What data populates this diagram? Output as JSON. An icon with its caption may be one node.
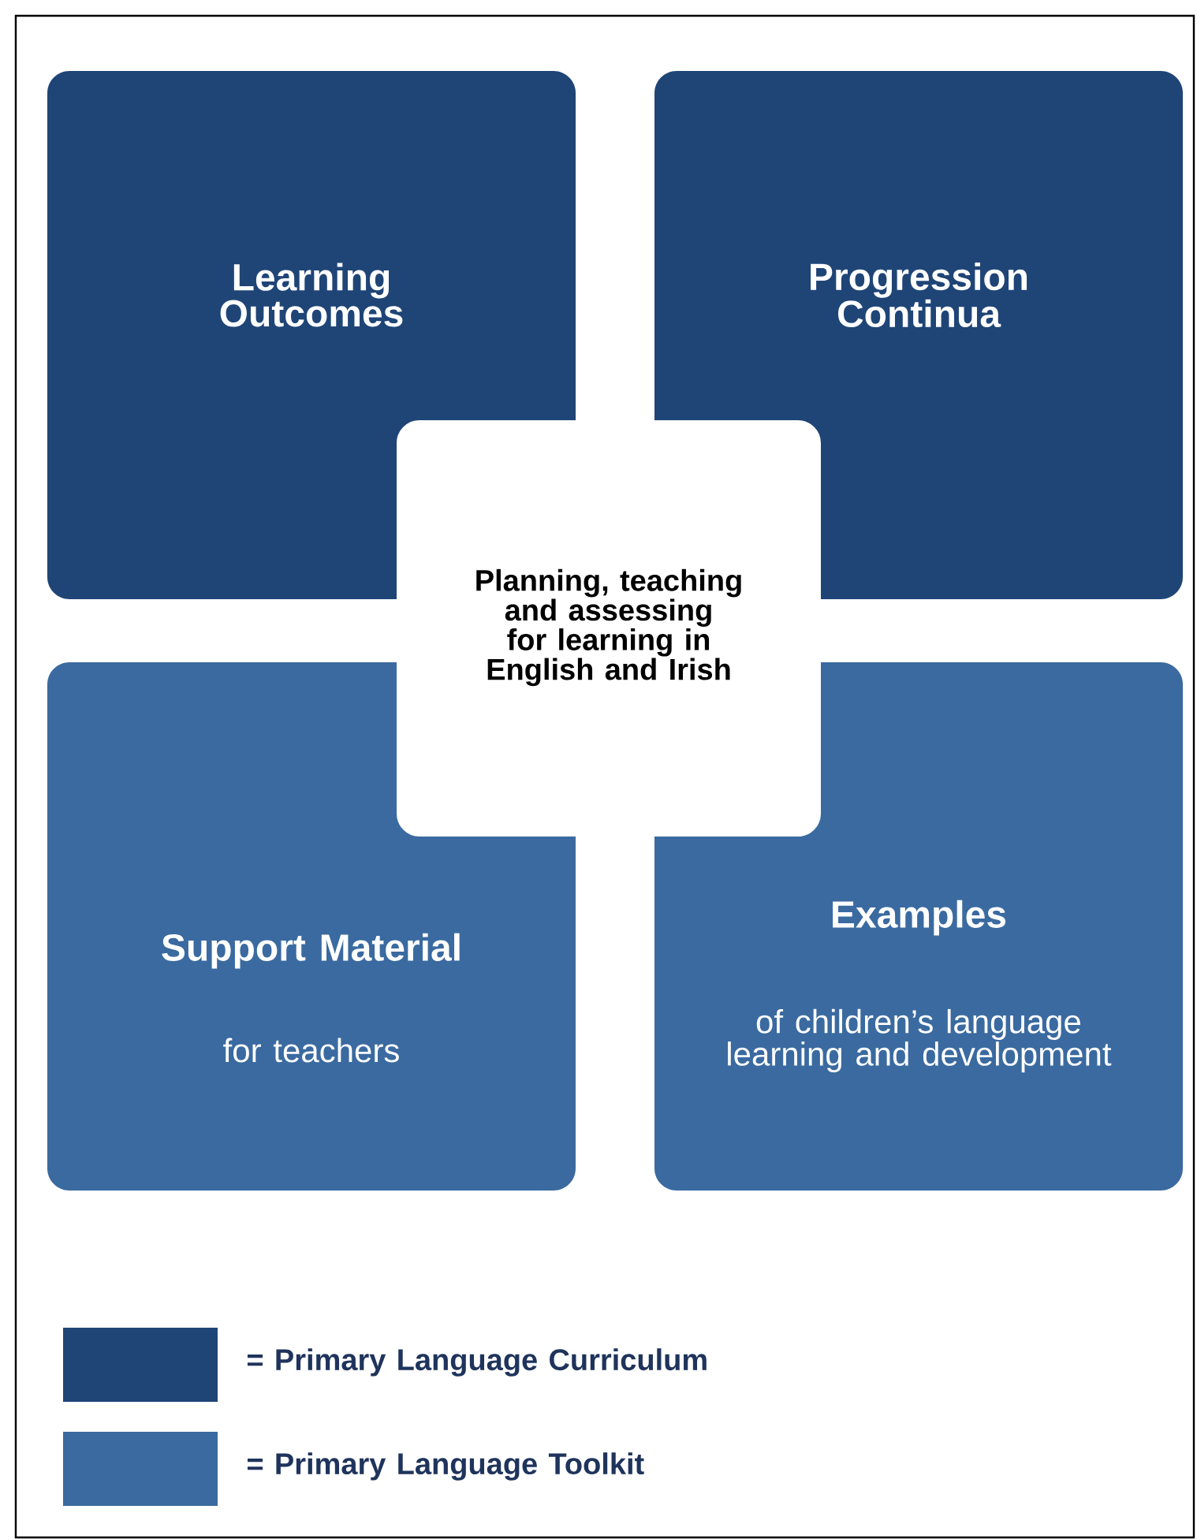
{
  "diagram": {
    "nodes": [
      {
        "text": [
          "Learning Outcomes"
        ]
      },
      {
        "text": [
          "Progression Continua"
        ]
      },
      {
        "text": [
          "Planning, teaching and assessing for learning in English and Irish"
        ]
      },
      {
        "text": [
          "Support Material",
          "for teachers"
        ]
      },
      {
        "text": [
          "Examples",
          "of children’s language learning and development"
        ]
      }
    ],
    "legend": [
      {
        "text": "= Primary Language Curriculum",
        "color": "#1f4577"
      },
      {
        "text": "= Primary Language Toolkit",
        "color": "#3a6aa0"
      }
    ]
  }
}
